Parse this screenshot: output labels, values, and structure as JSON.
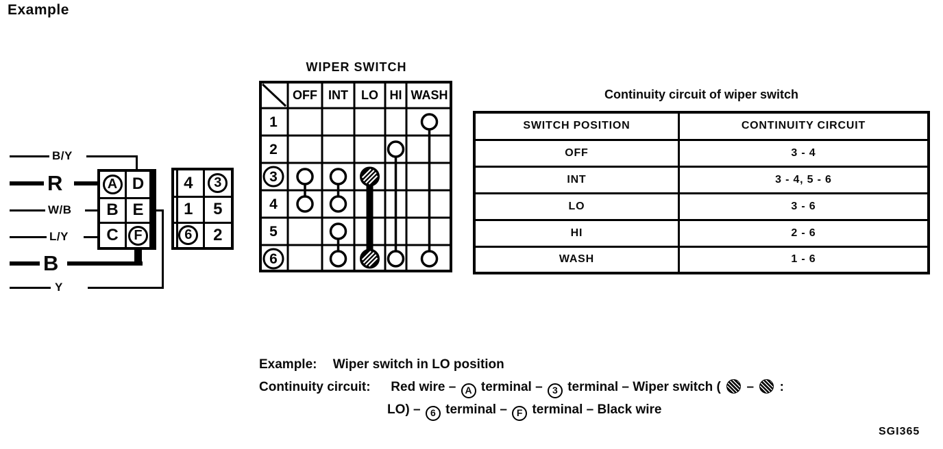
{
  "heading": "Example",
  "connector_diagram": {
    "wires": [
      {
        "label": "B/Y",
        "thick": false
      },
      {
        "label": "R",
        "thick": true
      },
      {
        "label": "W/B",
        "thick": false
      },
      {
        "label": "L/Y",
        "thick": false
      },
      {
        "label": "B",
        "thick": true
      },
      {
        "label": "Y",
        "thick": false
      }
    ],
    "letter_connector_cells": [
      {
        "label": "A",
        "circled": true
      },
      {
        "label": "D",
        "circled": false
      },
      {
        "label": "B",
        "circled": false
      },
      {
        "label": "E",
        "circled": false
      },
      {
        "label": "C",
        "circled": false
      },
      {
        "label": "F",
        "circled": true
      }
    ],
    "number_connector_cells": [
      {
        "label": "4",
        "circled": false
      },
      {
        "label": "3",
        "circled": true
      },
      {
        "label": "1",
        "circled": false
      },
      {
        "label": "5",
        "circled": false
      },
      {
        "label": "6",
        "circled": true
      },
      {
        "label": "2",
        "circled": false
      }
    ]
  },
  "wiper_switch_matrix": {
    "title": "WIPER SWITCH",
    "columns": [
      "OFF",
      "INT",
      "LO",
      "HI",
      "WASH"
    ],
    "rows": [
      {
        "label": "1",
        "circled": false
      },
      {
        "label": "2",
        "circled": false
      },
      {
        "label": "3",
        "circled": true
      },
      {
        "label": "4",
        "circled": false
      },
      {
        "label": "5",
        "circled": false
      },
      {
        "label": "6",
        "circled": true
      }
    ],
    "connections": [
      {
        "column": "OFF",
        "from_row": "3",
        "to_row": "4",
        "highlighted": false
      },
      {
        "column": "INT",
        "from_row": "3",
        "to_row": "4",
        "highlighted": false
      },
      {
        "column": "INT",
        "from_row": "5",
        "to_row": "6",
        "highlighted": false
      },
      {
        "column": "LO",
        "from_row": "3",
        "to_row": "6",
        "highlighted": true
      },
      {
        "column": "HI",
        "from_row": "2",
        "to_row": "6",
        "highlighted": false
      },
      {
        "column": "WASH",
        "from_row": "1",
        "to_row": "6",
        "highlighted": false
      }
    ]
  },
  "continuity_table": {
    "title": "Continuity circuit of wiper switch",
    "headers": [
      "SWITCH POSITION",
      "CONTINUITY CIRCUIT"
    ],
    "rows": [
      [
        "OFF",
        "3 - 4"
      ],
      [
        "INT",
        "3 - 4, 5 - 6"
      ],
      [
        "LO",
        "3 - 6"
      ],
      [
        "HI",
        "2 - 6"
      ],
      [
        "WASH",
        "1 - 6"
      ]
    ]
  },
  "note": {
    "line1_label": "Example:",
    "line1_text": "Wiper switch in LO position",
    "line2_label": "Continuity circuit:",
    "line2": {
      "p1": "Red wire –",
      "t1": "A",
      "p2": "terminal –",
      "t2": "3",
      "p3": "terminal – Wiper switch (",
      "p4": "–",
      "p5": ":"
    },
    "line3": {
      "p1": "LO) –",
      "t1": "6",
      "p2": "terminal –",
      "t2": "F",
      "p3": "terminal – Black wire"
    },
    "contact_icon": "hatched-circle"
  },
  "figure_code": "SGI365"
}
